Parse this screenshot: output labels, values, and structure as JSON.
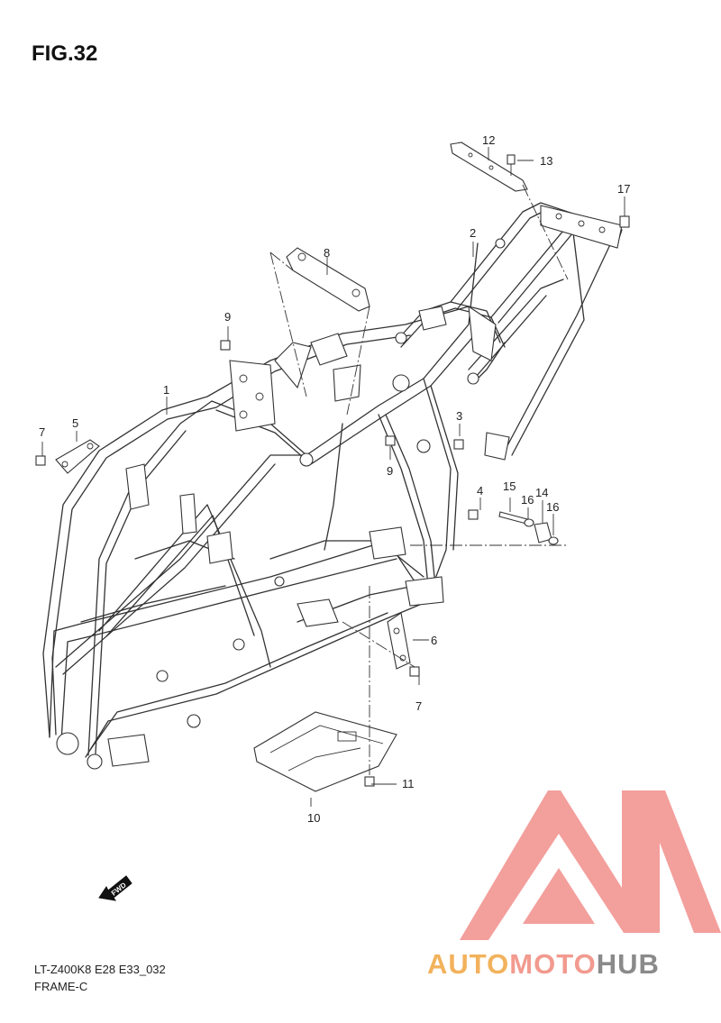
{
  "figure": {
    "title": "FIG.32"
  },
  "parts": [
    {
      "ref": "1"
    },
    {
      "ref": "2"
    },
    {
      "ref": "3"
    },
    {
      "ref": "4"
    },
    {
      "ref": "5"
    },
    {
      "ref": "6"
    },
    {
      "ref": "7"
    },
    {
      "ref": "7"
    },
    {
      "ref": "8"
    },
    {
      "ref": "9"
    },
    {
      "ref": "9"
    },
    {
      "ref": "10"
    },
    {
      "ref": "11"
    },
    {
      "ref": "12"
    },
    {
      "ref": "13"
    },
    {
      "ref": "14"
    },
    {
      "ref": "15"
    },
    {
      "ref": "16"
    },
    {
      "ref": "16"
    },
    {
      "ref": "17"
    }
  ],
  "fwd_marker": {
    "label": "FWD"
  },
  "footer": {
    "model_code": "LT-Z400K8 E28 E33_032",
    "group_name": "FRAME-C"
  },
  "watermark": {
    "word_1": "AUTO",
    "word_2": "MOTO",
    "word_3": "HUB",
    "colors": {
      "auto": "#f2b25c",
      "moto": "#f29a8f",
      "hub": "#8a8a8a",
      "triangle": "#f08a86"
    }
  }
}
